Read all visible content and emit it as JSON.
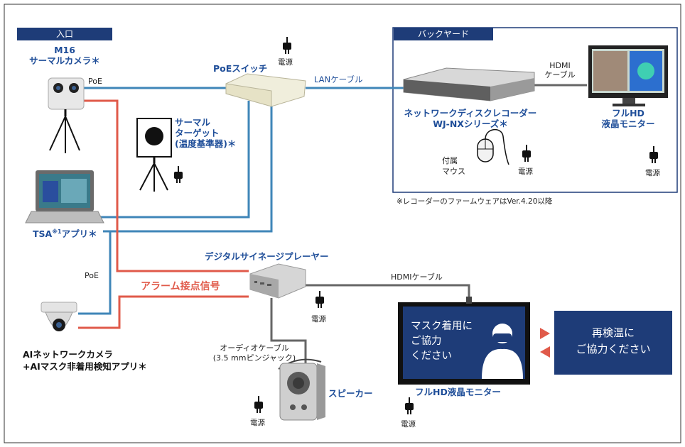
{
  "zones": {
    "entrance": "入口",
    "backyard": "バックヤード"
  },
  "devices": {
    "thermal_camera": "M16\nサーマルカメラ＊",
    "poe_switch": "PoEスイッチ",
    "thermal_target": "サーマル\nターゲット\n(温度基準器)＊",
    "tsa_app": "TSA",
    "tsa_sup": "※1",
    "tsa_app_suffix": "アプリ＊",
    "recorder": "ネットワークディスクレコーダー\nWJ-NXシリーズ＊",
    "fullhd_monitor_top": "フルHD\n液晶モニター",
    "mouse": "付属\nマウス",
    "signage_player": "デジタルサイネージプレーヤー",
    "ai_camera": "AIネットワークカメラ\n+AIマスク非着用検知アプリ＊",
    "speaker": "スピーカー",
    "fullhd_monitor_bottom": "フルHD液晶モニター"
  },
  "cables": {
    "poe_top": "PoE",
    "lan": "LANケーブル",
    "hdmi_top": "HDMI\nケーブル",
    "poe_left": "PoE",
    "alarm": "アラーム接点信号",
    "hdmi_bottom": "HDMIケーブル",
    "audio": "オーディオケーブル\n(3.5 mmピンジャック)"
  },
  "power_label": "電源",
  "footnote": "※レコーダーのファームウェアはVer.4.20以降",
  "monitor_screen": {
    "message": "マスク着用に\nご協力\nください"
  },
  "callout": {
    "message": "再検温に\nご協力ください"
  },
  "colors": {
    "network": "#3f86b8",
    "alarm": "#e05a4a",
    "hdmi": "#666666",
    "navy": "#1e3c78",
    "label_blue": "#1f4e99"
  }
}
